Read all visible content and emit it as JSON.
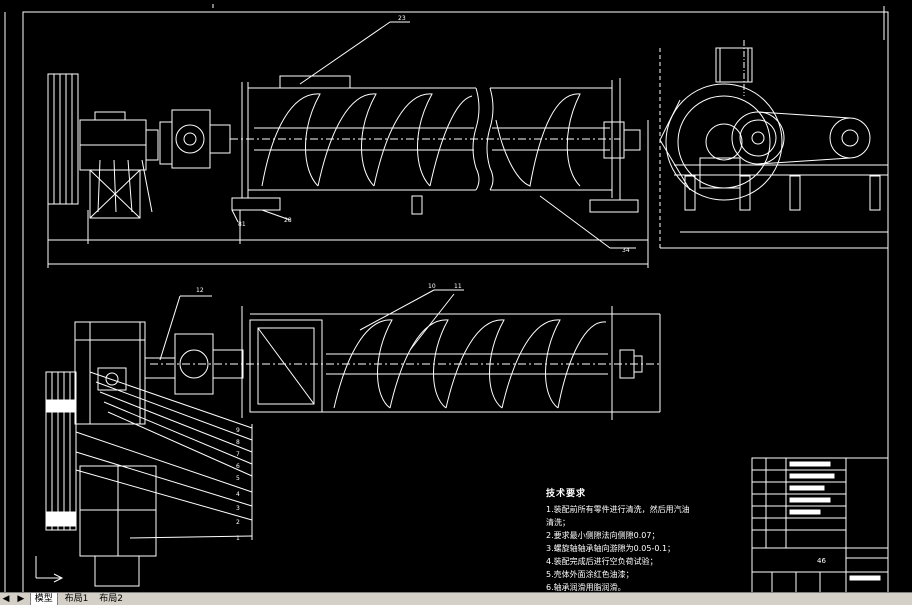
{
  "drawing": {
    "balloons_top": [
      "23",
      "28",
      "81",
      "34"
    ],
    "balloons_mid": [
      "12",
      "10",
      "11"
    ],
    "leader_numbers": [
      "9",
      "8",
      "7",
      "6",
      "5",
      "4",
      "3",
      "2",
      "1"
    ],
    "title_block_sheet": "46"
  },
  "requirements": {
    "title": "技术要求",
    "items": [
      "1.装配前所有零件进行清洗，然后用汽油",
      "  清洗；",
      "2.要求最小侧隙法向侧隙0.07；",
      "3.螺旋轴轴承轴向游隙为0.05-0.1；",
      "4.装配完成后进行空负荷试验；",
      "5.壳体外面涂红色油漆；",
      "6.轴承润滑用脂润滑。"
    ]
  },
  "tabs": {
    "nav_prev": "◀",
    "nav_next": "▶",
    "model": "模型",
    "layout1": "布局1",
    "layout2": "布局2"
  },
  "colors": {
    "background": "#000000",
    "lines": "#ffffff"
  }
}
